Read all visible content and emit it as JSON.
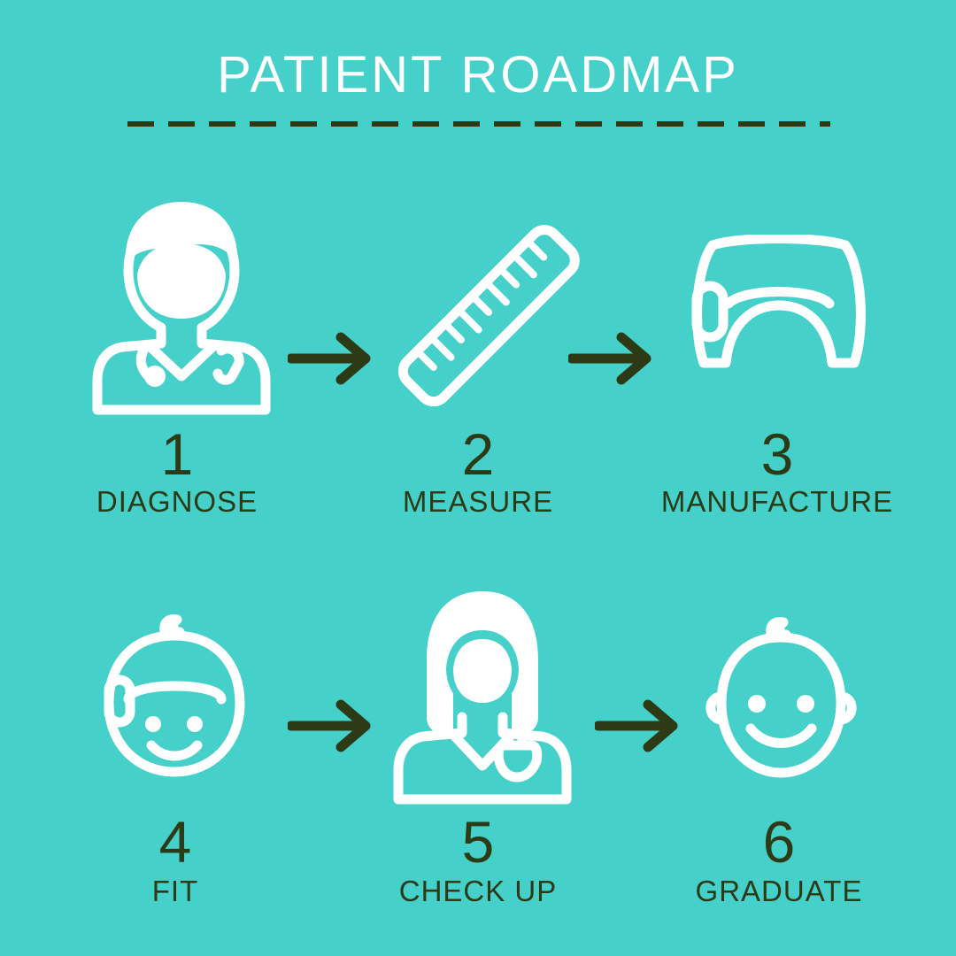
{
  "title": "PATIENT ROADMAP",
  "colors": {
    "background": "#45d0ca",
    "text_dark": "#2d3a16",
    "icon": "#ffffff"
  },
  "steps": [
    {
      "number": "1",
      "label": "DIAGNOSE",
      "icon": "doctor-icon"
    },
    {
      "number": "2",
      "label": "MEASURE",
      "icon": "ruler-icon"
    },
    {
      "number": "3",
      "label": "MANUFACTURE",
      "icon": "helmet-icon"
    },
    {
      "number": "4",
      "label": "FIT",
      "icon": "baby-with-helmet-icon"
    },
    {
      "number": "5",
      "label": "CHECK UP",
      "icon": "female-doctor-icon"
    },
    {
      "number": "6",
      "label": "GRADUATE",
      "icon": "baby-face-icon"
    }
  ]
}
